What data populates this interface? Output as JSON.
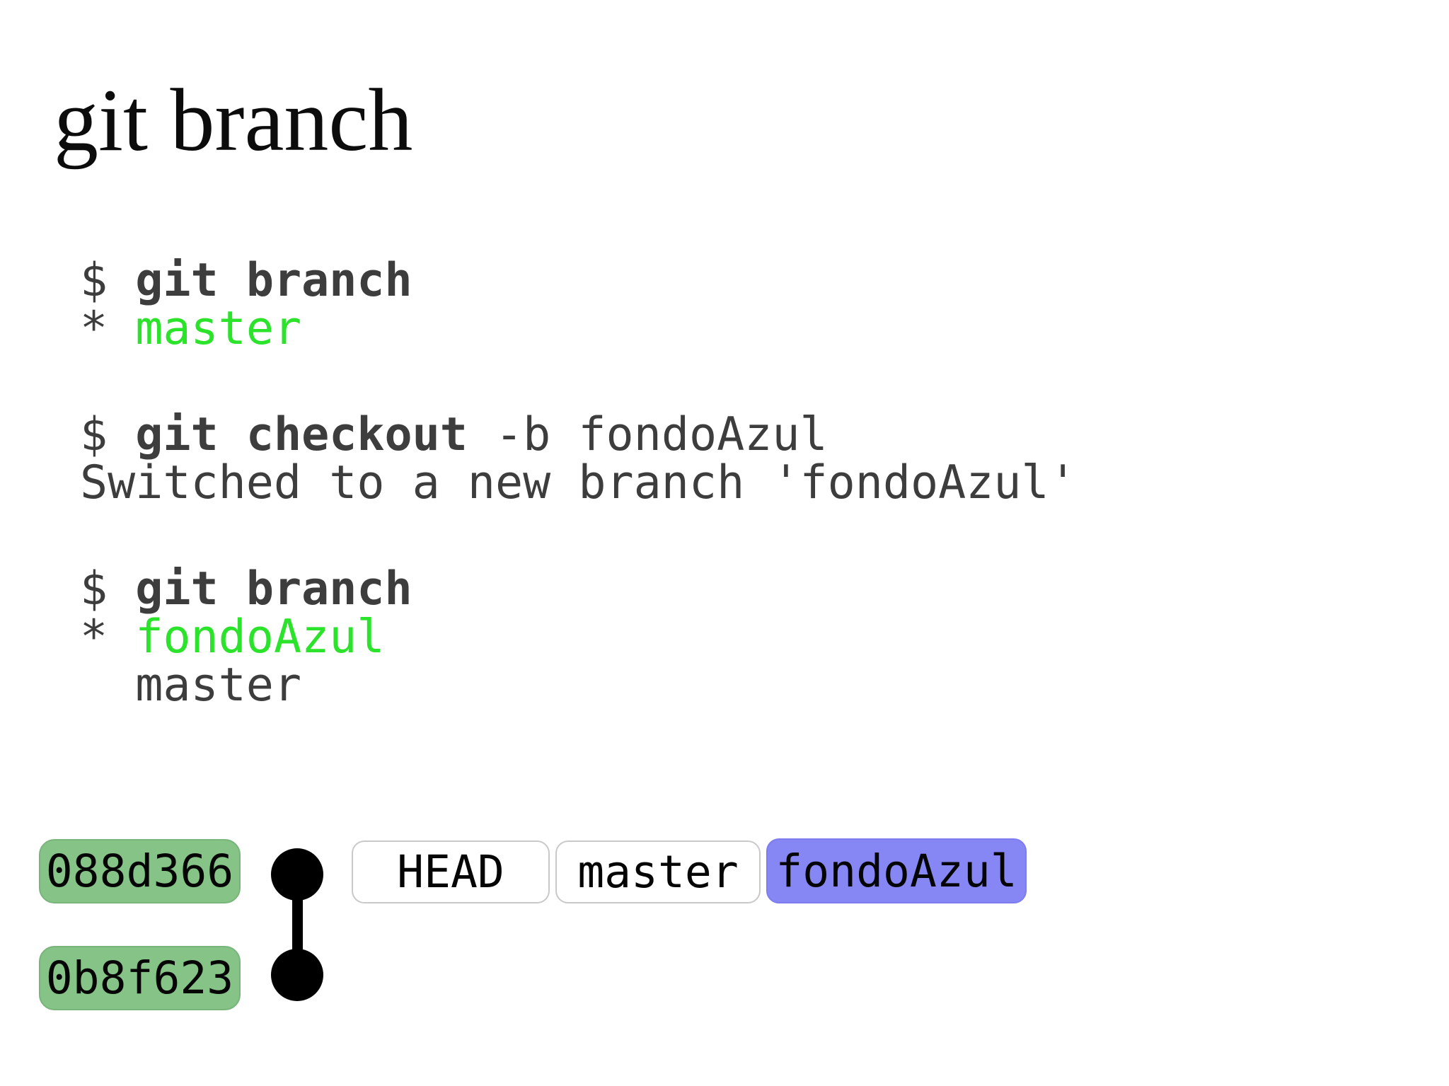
{
  "title": {
    "text": "git branch"
  },
  "terminal": {
    "block1": {
      "prompt": "$ ",
      "command": "git branch",
      "star": "* ",
      "current_branch": "master"
    },
    "block2": {
      "prompt": "$ ",
      "command": "git checkout",
      "args": " -b fondoAzul",
      "output": "Switched to a new branch 'fondoAzul'"
    },
    "block3": {
      "prompt": "$ ",
      "command": "git branch",
      "star": "* ",
      "current_branch": "fondoAzul",
      "other_branch": "  master"
    }
  },
  "graph": {
    "commits": [
      {
        "hash": "088d366"
      },
      {
        "hash": "0b8f623"
      }
    ],
    "refs": [
      {
        "label": "HEAD",
        "type": "head"
      },
      {
        "label": "master",
        "type": "branch"
      },
      {
        "label": "fondoAzul",
        "type": "active-branch"
      }
    ]
  },
  "colors": {
    "background": "#ffffff",
    "title_text": "#0c0c0c",
    "terminal_text": "#3d3d3d",
    "branch_green": "#2ce32c",
    "hash_badge_bg": "#85c387",
    "active_branch_bg": "#8686f5",
    "ref_box_border": "#c9c9c9",
    "commit_node": "#000000"
  }
}
